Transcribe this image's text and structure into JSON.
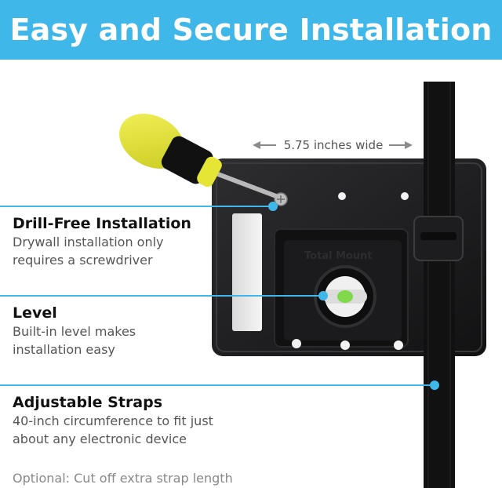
{
  "banner": {
    "title": "Easy and Secure Installation",
    "background_color": "#3fb7e9"
  },
  "dimension": {
    "label": "5.75 inches wide"
  },
  "features": [
    {
      "title": "Drill-Free Installation",
      "description_line1": "Drywall installation only",
      "description_line2": "requires a screwdriver"
    },
    {
      "title": "Level",
      "description_line1": "Built-in level makes",
      "description_line2": "installation easy"
    },
    {
      "title": "Adjustable Straps",
      "description_line1": "40-inch circumference to fit just",
      "description_line2": "about any electronic device"
    }
  ],
  "optional_note": "Optional: Cut off extra strap length",
  "colors": {
    "callout_line": "#3fb7e9",
    "mount_body": "#1c1c1e",
    "screwdriver_handle": "#e8e83a",
    "level_bubble": "#7fd94a"
  }
}
